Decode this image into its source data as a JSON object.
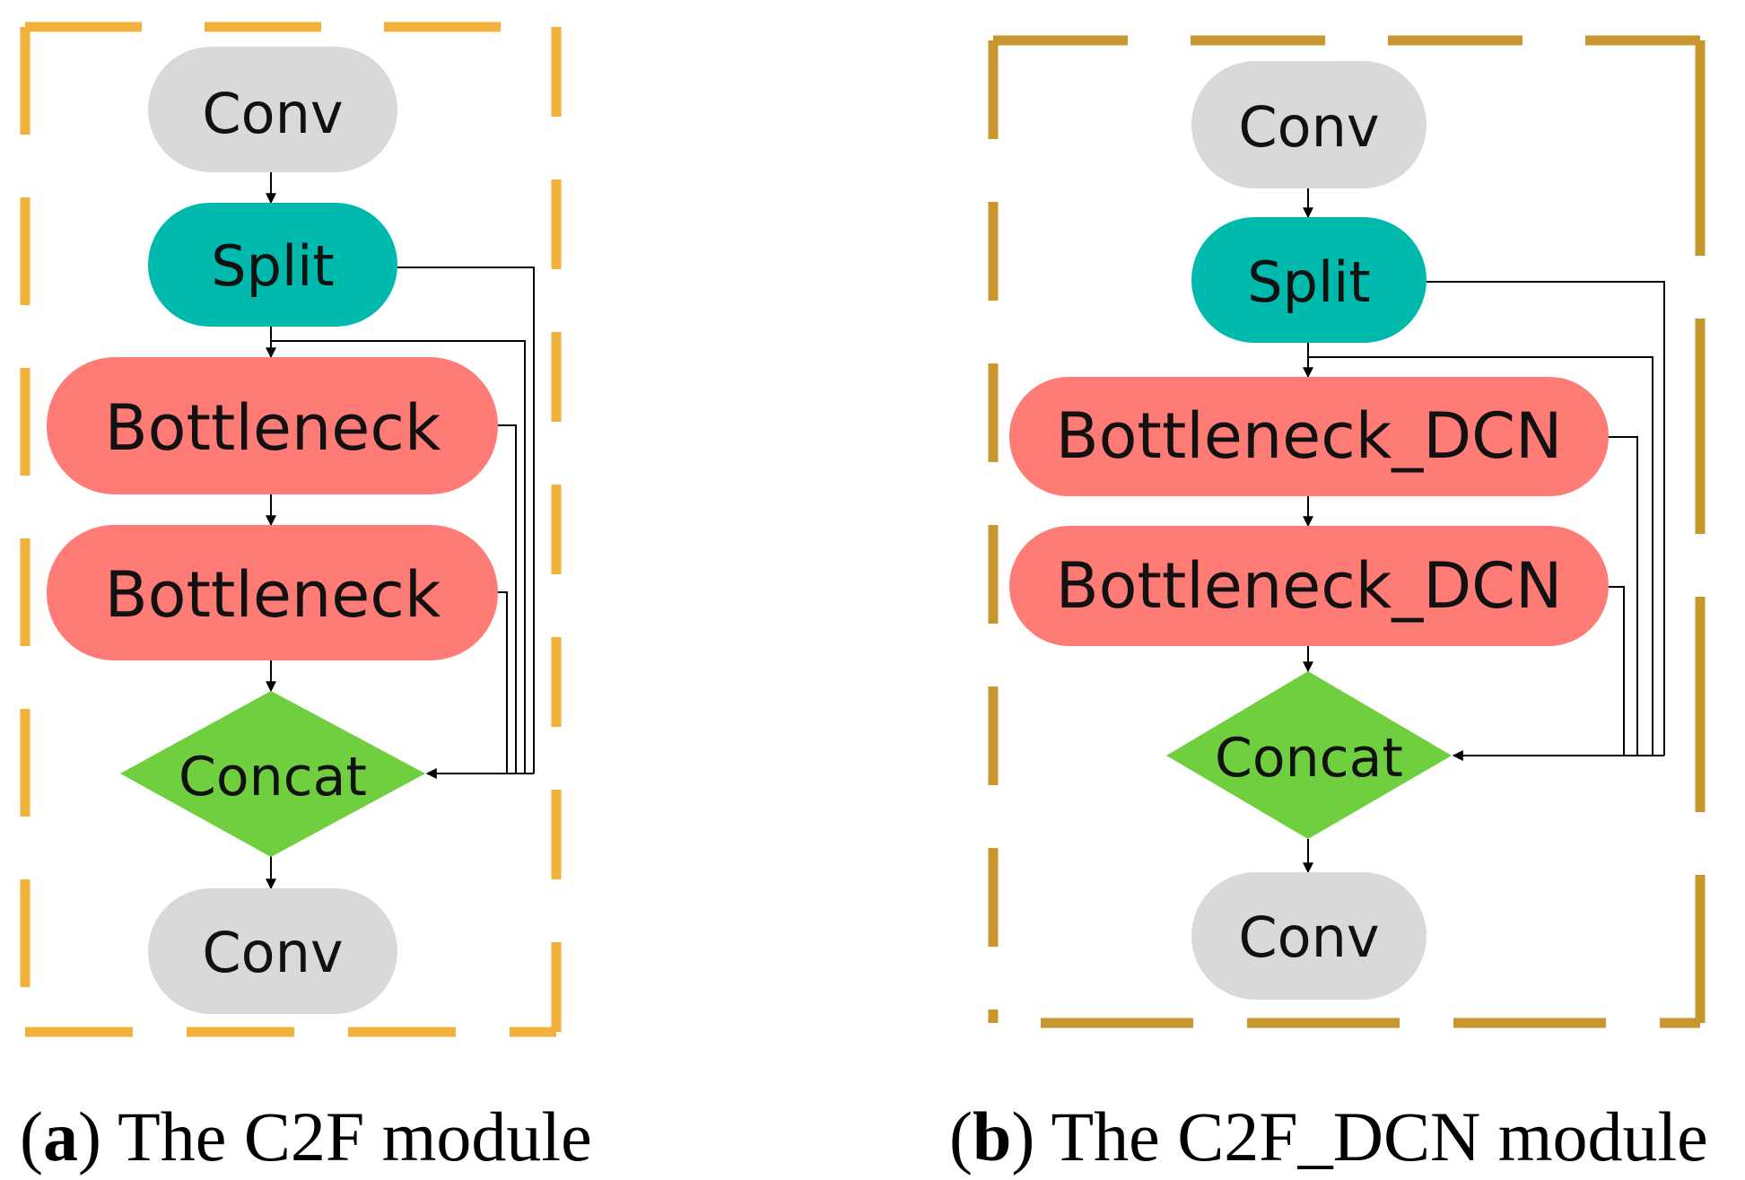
{
  "panel_a": {
    "nodes": {
      "conv_top": "Conv",
      "split": "Split",
      "bottleneck_1": "Bottleneck",
      "bottleneck_2": "Bottleneck",
      "concat": "Concat",
      "conv_bottom": "Conv"
    },
    "caption": {
      "open": "(",
      "letter": "a",
      "close": ") ",
      "text": "The C2F module"
    }
  },
  "panel_b": {
    "nodes": {
      "conv_top": "Conv",
      "split": "Split",
      "bottleneck_1": "Bottleneck_DCN",
      "bottleneck_2": "Bottleneck_DCN",
      "concat": "Concat",
      "conv_bottom": "Conv"
    },
    "caption": {
      "open": "(",
      "letter": "b",
      "close": ") ",
      "text": "The C2F_DCN module"
    }
  },
  "colors": {
    "conv": "#d9d9d9",
    "split": "#00b9ad",
    "bottleneck": "#ff7b76",
    "concat": "#70cf3f",
    "frame_a": "#f0b23a",
    "frame_b": "#c9962e"
  }
}
